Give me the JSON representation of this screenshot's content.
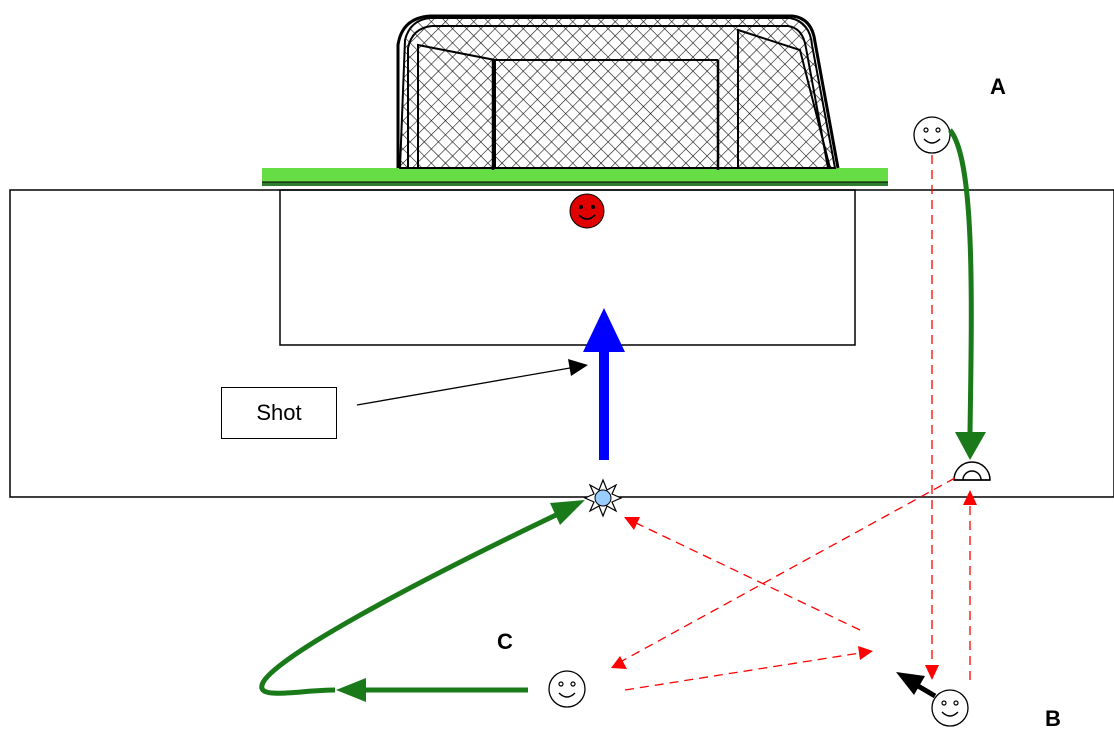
{
  "labels": {
    "a": "A",
    "b": "B",
    "c": "C",
    "shot": "Shot"
  },
  "icons": {
    "goal": "soccer-goal-net-icon",
    "goalkeeper": "smiley-face-icon",
    "player": "smiley-face-icon",
    "cone": "cone-icon",
    "ball": "ball-icon"
  },
  "colors": {
    "shot_arrow": "#0000ff",
    "player_run": "#1a7a1a",
    "pass": "#ff0000",
    "goalkeeper": "#e00000",
    "grass": "#66dd44",
    "ball": "#99ccff"
  }
}
